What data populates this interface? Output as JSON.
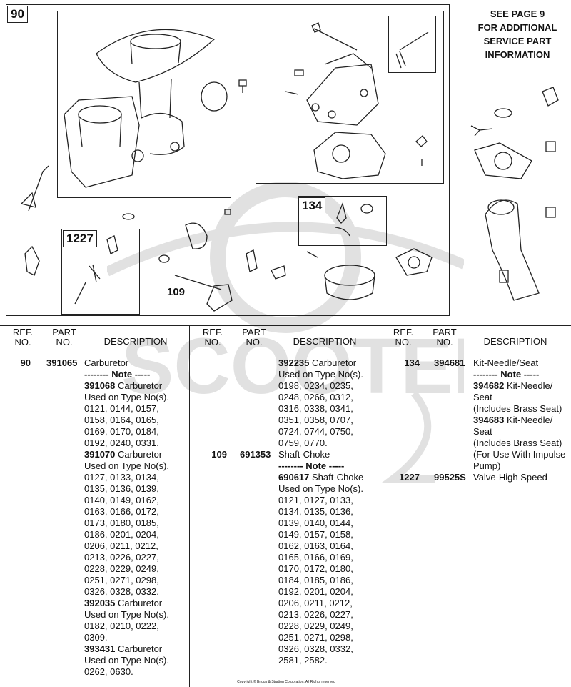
{
  "diagram": {
    "main_ref": "90",
    "see_page": [
      "SEE PAGE 9",
      "FOR ADDITIONAL",
      "SERVICE PART",
      "INFORMATION"
    ],
    "callouts": {
      "ref_134": "134",
      "ref_1227": "1227",
      "ref_109": "109"
    }
  },
  "table": {
    "headers": {
      "ref": [
        "REF.",
        "NO."
      ],
      "part": [
        "PART",
        "NO."
      ],
      "desc": "DESCRIPTION"
    },
    "col1": [
      {
        "ref": "90",
        "part": "391065",
        "text": "Carburetor"
      },
      {
        "text": "-------- Note -----",
        "bold": true
      },
      {
        "bold_part": "391068",
        "text": " Carburetor"
      },
      {
        "text": "Used on Type No(s)."
      },
      {
        "text": "0121, 0144, 0157,"
      },
      {
        "text": "0158, 0164, 0165,"
      },
      {
        "text": "0169, 0170, 0184,"
      },
      {
        "text": "0192, 0240, 0331."
      },
      {
        "bold_part": "391070",
        "text": " Carburetor"
      },
      {
        "text": "Used on Type No(s)."
      },
      {
        "text": "0127, 0133, 0134,"
      },
      {
        "text": "0135, 0136, 0139,"
      },
      {
        "text": "0140, 0149, 0162,"
      },
      {
        "text": "0163, 0166, 0172,"
      },
      {
        "text": "0173, 0180, 0185,"
      },
      {
        "text": "0186, 0201, 0204,"
      },
      {
        "text": "0206, 0211, 0212,"
      },
      {
        "text": "0213, 0226, 0227,"
      },
      {
        "text": "0228, 0229, 0249,"
      },
      {
        "text": "0251, 0271, 0298,"
      },
      {
        "text": "0326, 0328, 0332."
      },
      {
        "bold_part": "392035",
        "text": " Carburetor"
      },
      {
        "text": "Used on Type No(s)."
      },
      {
        "text": "0182, 0210, 0222,"
      },
      {
        "text": "0309."
      },
      {
        "bold_part": "393431",
        "text": " Carburetor"
      },
      {
        "text": "Used on Type No(s)."
      },
      {
        "text": "0262, 0630."
      }
    ],
    "col2": [
      {
        "bold_part": "392235",
        "text": " Carburetor"
      },
      {
        "text": "Used on Type No(s)."
      },
      {
        "text": "0198, 0234, 0235,"
      },
      {
        "text": "0248, 0266, 0312,"
      },
      {
        "text": "0316, 0338, 0341,"
      },
      {
        "text": "0351, 0358, 0707,"
      },
      {
        "text": "0724, 0744, 0750,"
      },
      {
        "text": "0759, 0770."
      },
      {
        "ref": "109",
        "part": "691353",
        "text": "Shaft-Choke"
      },
      {
        "text": "-------- Note -----",
        "bold": true
      },
      {
        "bold_part": "690617",
        "text": " Shaft-Choke"
      },
      {
        "text": "Used on Type No(s)."
      },
      {
        "text": "0121, 0127, 0133,"
      },
      {
        "text": "0134, 0135, 0136,"
      },
      {
        "text": "0139, 0140, 0144,"
      },
      {
        "text": "0149, 0157, 0158,"
      },
      {
        "text": "0162, 0163, 0164,"
      },
      {
        "text": "0165, 0166, 0169,"
      },
      {
        "text": "0170, 0172, 0180,"
      },
      {
        "text": "0184, 0185, 0186,"
      },
      {
        "text": "0192, 0201, 0204,"
      },
      {
        "text": "0206, 0211, 0212,"
      },
      {
        "text": "0213, 0226, 0227,"
      },
      {
        "text": "0228, 0229, 0249,"
      },
      {
        "text": "0251, 0271, 0298,"
      },
      {
        "text": "0326, 0328, 0332,"
      },
      {
        "text": "2581, 2582."
      }
    ],
    "col3": [
      {
        "ref": "134",
        "part": "394681",
        "text": "Kit-Needle/Seat"
      },
      {
        "text": "-------- Note -----",
        "bold": true
      },
      {
        "bold_part": "394682",
        "text": " Kit-Needle/"
      },
      {
        "text": "Seat"
      },
      {
        "text": "(Includes Brass Seat)"
      },
      {
        "bold_part": "394683",
        "text": " Kit-Needle/"
      },
      {
        "text": "Seat"
      },
      {
        "text": "(Includes Brass Seat)"
      },
      {
        "text": "(For Use With Impulse"
      },
      {
        "text": "Pump)"
      },
      {
        "ref": "1227",
        "part": "99525S",
        "text": "Valve-High Speed"
      }
    ]
  },
  "footer": {
    "copyright": "Copyright © Briggs & Stratton Corporation. All Rights reserved"
  },
  "watermark": {
    "text": "SCOOTER"
  }
}
